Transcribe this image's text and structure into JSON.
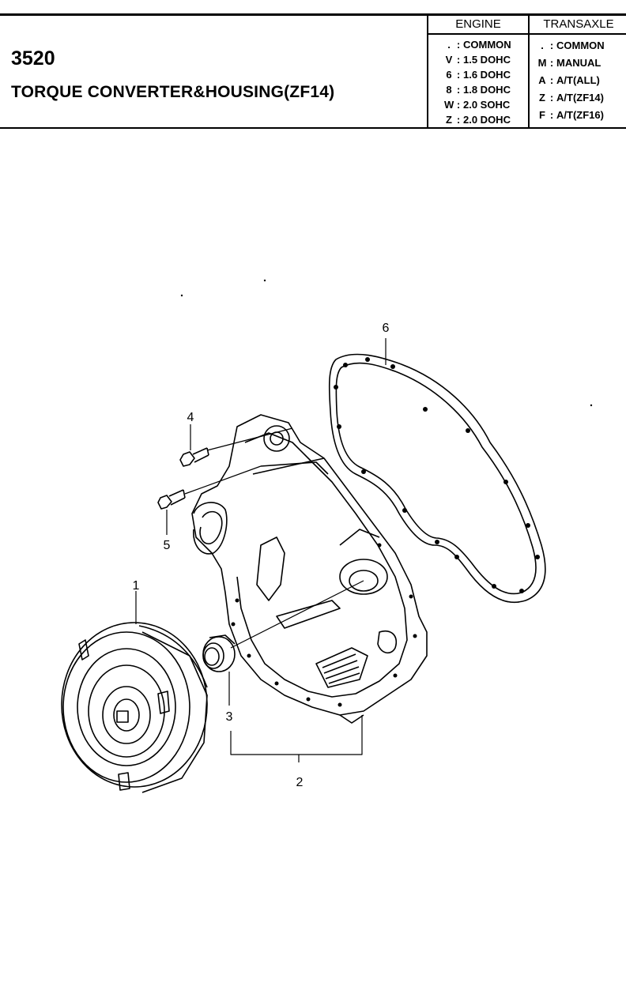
{
  "header": {
    "part_number": "3520",
    "title": "TORQUE CONVERTER&HOUSING(ZF14)"
  },
  "legend": {
    "engine": {
      "heading": "ENGINE",
      "rows": [
        {
          "code": ".",
          "desc": "COMMON"
        },
        {
          "code": "V",
          "desc": "1.5 DOHC"
        },
        {
          "code": "6",
          "desc": "1.6 DOHC"
        },
        {
          "code": "8",
          "desc": "1.8 DOHC"
        },
        {
          "code": "W",
          "desc": "2.0 SOHC"
        },
        {
          "code": "Z",
          "desc": "2.0 DOHC"
        }
      ]
    },
    "transaxle": {
      "heading": "TRANSAXLE",
      "rows": [
        {
          "code": ".",
          "desc": "COMMON"
        },
        {
          "code": "M",
          "desc": "MANUAL"
        },
        {
          "code": "A",
          "desc": "A/T(ALL)"
        },
        {
          "code": "Z",
          "desc": "A/T(ZF14)"
        },
        {
          "code": "F",
          "desc": "A/T(ZF16)"
        }
      ]
    }
  },
  "callouts": {
    "c1": "1",
    "c2": "2",
    "c3": "3",
    "c4": "4",
    "c5": "5",
    "c6": "6"
  }
}
